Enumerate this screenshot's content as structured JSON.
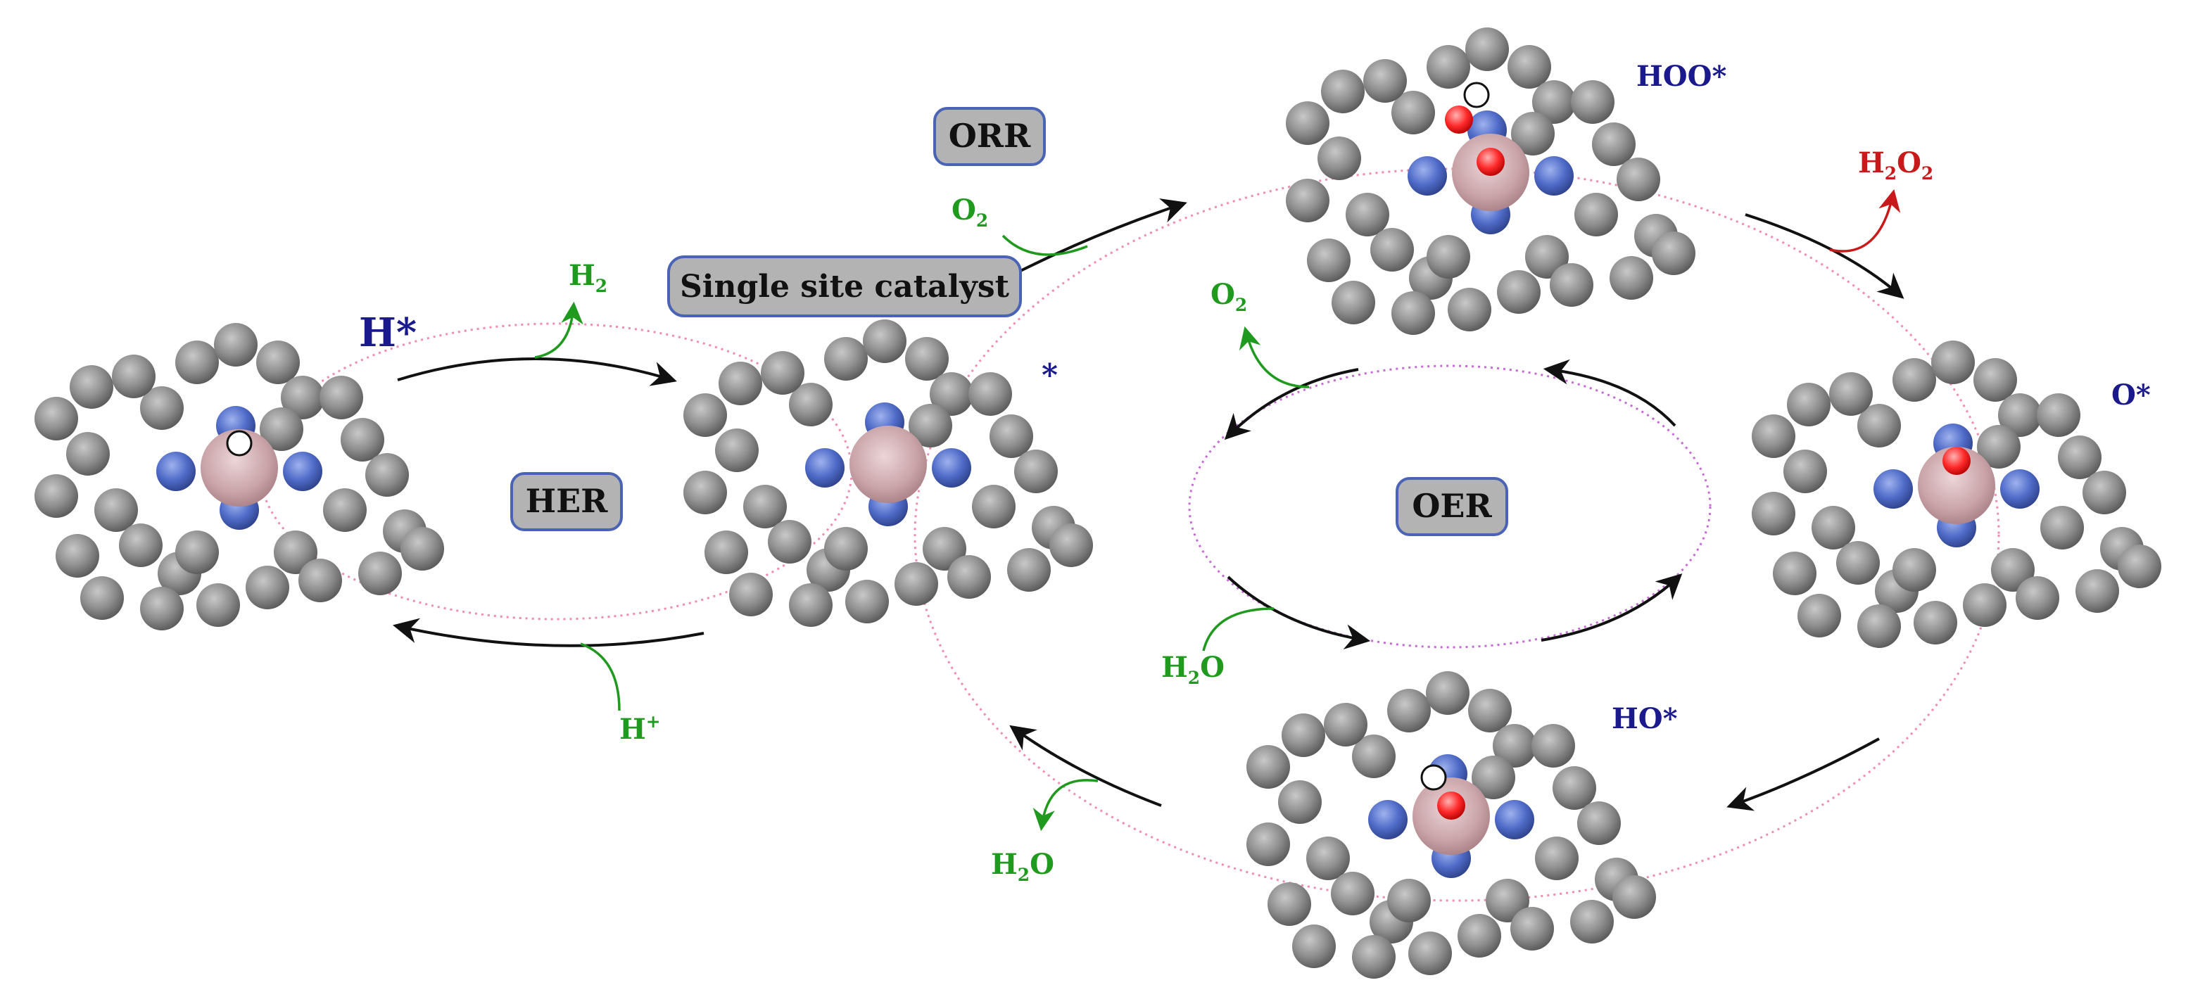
{
  "boxes": {
    "her": "HER",
    "orr": "ORR",
    "oer": "OER",
    "catalyst": "Single site catalyst"
  },
  "species": {
    "h_star": "H*",
    "star": "*",
    "hoo_star": "HOO*",
    "o_star": "O*",
    "ho_star": "HO*"
  },
  "molecules": {
    "h2_main": "H",
    "h2_sub": "2",
    "hplus_main": "H",
    "hplus_sup": "+",
    "o2_orr_main": "O",
    "o2_orr_sub": "2",
    "h2o2_a": "H",
    "h2o2_s1": "2",
    "h2o2_b": "O",
    "h2o2_s2": "2",
    "o2_oer_main": "O",
    "o2_oer_sub": "2",
    "h2o_oer_a": "H",
    "h2o_oer_s": "2",
    "h2o_oer_b": "O",
    "h2o_orr_a": "H",
    "h2o_orr_s": "2",
    "h2o_orr_b": "O"
  },
  "colors": {
    "carbon": "#8c8c8c",
    "nitrogen": "#4f6bc8",
    "metal": "#c9a3a8",
    "oxygen": "#ff2a2a",
    "hydrogen": "#ffffff",
    "label_blue": "#1a1a8c",
    "label_green": "#1f9a1f",
    "label_red": "#c81a1a",
    "box_fill": "#b3b3b3",
    "box_border": "#4a63b5"
  }
}
